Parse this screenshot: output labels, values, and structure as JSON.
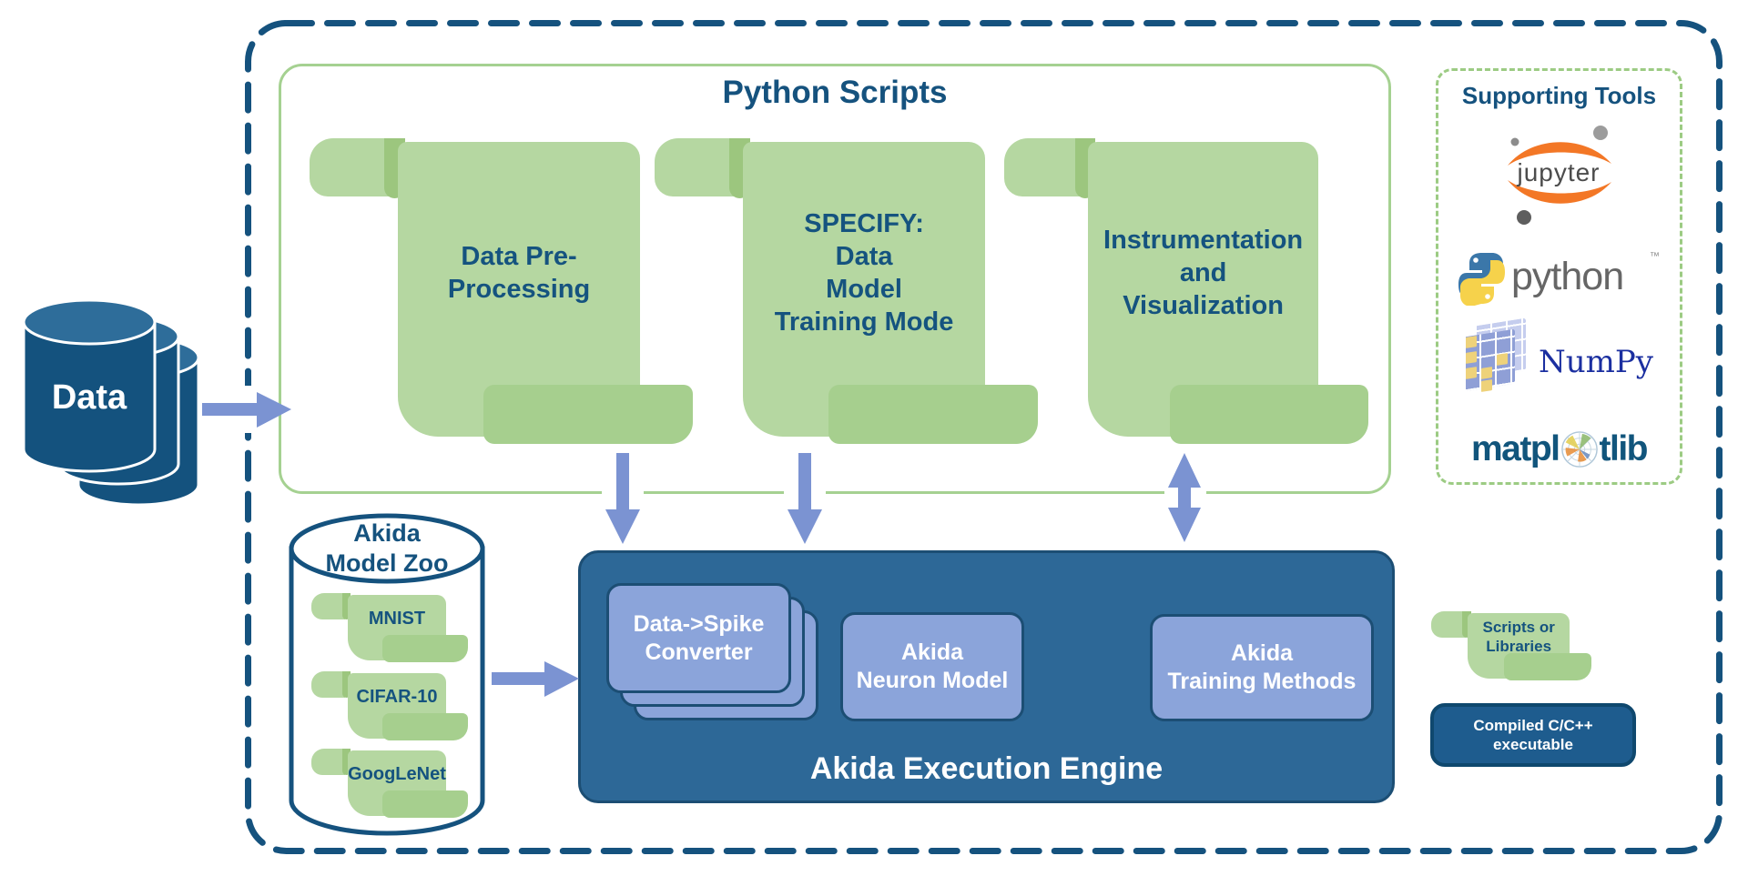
{
  "data_source": {
    "label": "Data"
  },
  "python_scripts": {
    "title": "Python Scripts",
    "scrolls": [
      {
        "label": "Data Pre-\nProcessing"
      },
      {
        "label": "SPECIFY:\nData\nModel\nTraining Mode"
      },
      {
        "label": "Instrumentation\nand\nVisualization"
      }
    ]
  },
  "model_zoo": {
    "title": "Akida\nModel Zoo",
    "models": [
      {
        "label": "MNIST"
      },
      {
        "label": "CIFAR-10"
      },
      {
        "label": "GoogLeNet"
      }
    ]
  },
  "execution_engine": {
    "title": "Akida Execution Engine",
    "components": [
      {
        "label": "Data->Spike\nConverter"
      },
      {
        "label": "Akida\nNeuron Model"
      },
      {
        "label": "Akida\nTraining Methods"
      }
    ]
  },
  "supporting_tools": {
    "title": "Supporting Tools",
    "tools": [
      {
        "id": "jupyter",
        "label": "jupyter"
      },
      {
        "id": "python",
        "label": "python",
        "trademark": "™"
      },
      {
        "id": "numpy",
        "label": "NumPy"
      },
      {
        "id": "matplotlib",
        "label_before": "matpl",
        "label_after": "tlib"
      }
    ]
  },
  "legend": {
    "scripts_label": "Scripts or\nLibraries",
    "compiled_label": "Compiled C/C++\nexecutable"
  },
  "colors": {
    "navy": "#15527e",
    "scroll_green": "#b5d7a1",
    "scroll_green_dark": "#a6cf8e",
    "box_border_green": "#a5d191",
    "engine_blue": "#2d6897",
    "card_blue": "#8ba4da",
    "arrow_blue": "#7b93d2",
    "jupyter_orange": "#f37726",
    "python_blue": "#3b77a9",
    "python_yellow": "#f6d24b"
  }
}
